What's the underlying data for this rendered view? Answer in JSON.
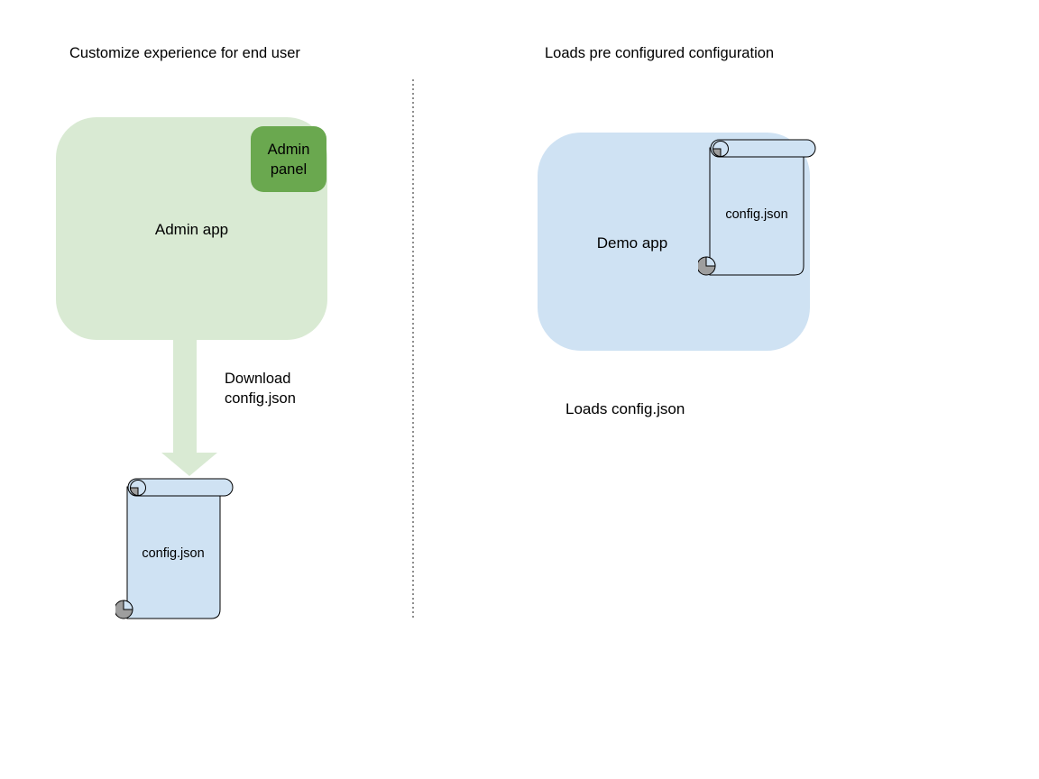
{
  "colors": {
    "light_green": "#d9ead3",
    "dark_green": "#6aa84f",
    "light_blue": "#cfe2f3",
    "curl_gray": "#9e9e9e",
    "stroke_black": "#000000",
    "divider_gray": "#8f8f8f"
  },
  "left": {
    "title": "Customize experience for end user",
    "admin_app_label": "Admin app",
    "admin_panel_label": "Admin panel",
    "arrow_label": "Download config.json",
    "file_label": "config.json"
  },
  "right": {
    "title": "Loads pre configured configuration",
    "demo_app_label": "Demo app",
    "file_label": "config.json",
    "caption": "Loads config.json"
  }
}
